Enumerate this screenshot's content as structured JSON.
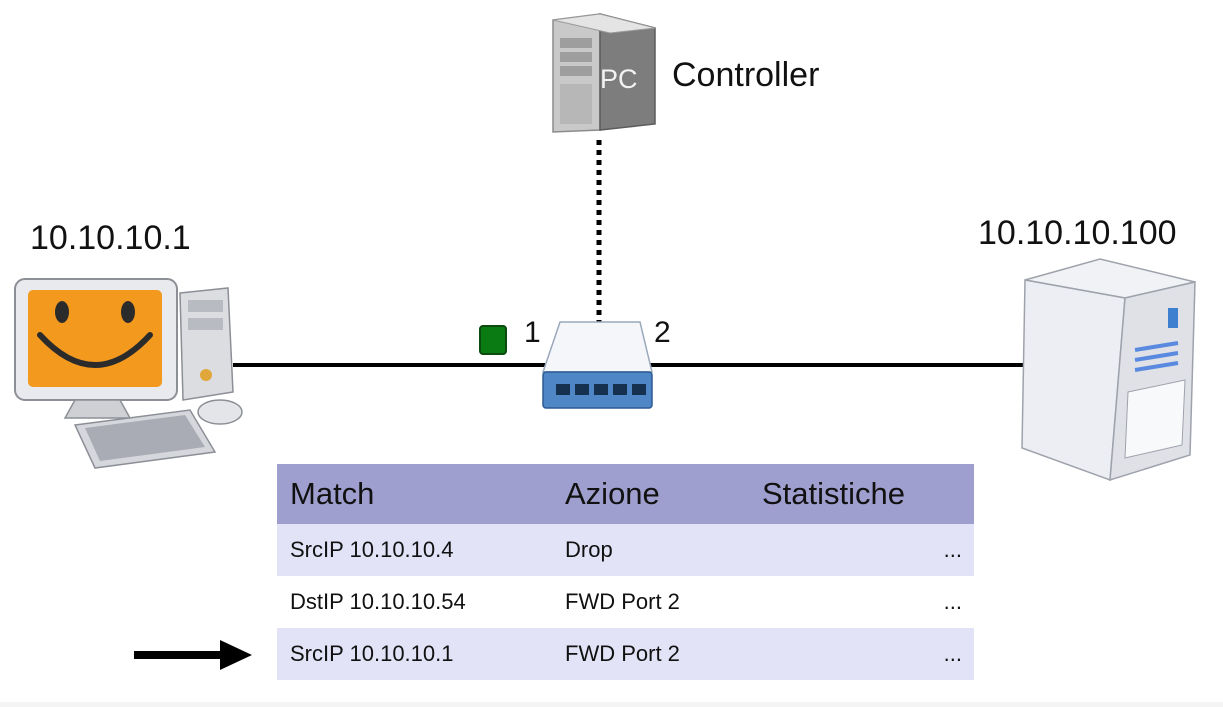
{
  "nodes": {
    "controller": {
      "label": "Controller",
      "badge": "PC"
    },
    "host_left": {
      "label": "10.10.10.1"
    },
    "host_right": {
      "label": "10.10.10.100"
    },
    "switch": {
      "port_left": "1",
      "port_right": "2"
    }
  },
  "colors": {
    "packet": "#0a7a12",
    "table_header": "#9f9fcf",
    "table_stripe": "#e3e3f7",
    "switch_body": "#4f86c6",
    "link": "#000000"
  },
  "flow_table": {
    "headers": [
      "Match",
      "Azione",
      "Statistiche"
    ],
    "rows": [
      {
        "match": "SrcIP 10.10.10.4",
        "action": "Drop",
        "stats": "..."
      },
      {
        "match": "DstIP 10.10.10.54",
        "action": "FWD Port 2",
        "stats": "..."
      },
      {
        "match": "SrcIP 10.10.10.1",
        "action": "FWD Port 2",
        "stats": "..."
      }
    ],
    "highlighted_row": 3
  }
}
